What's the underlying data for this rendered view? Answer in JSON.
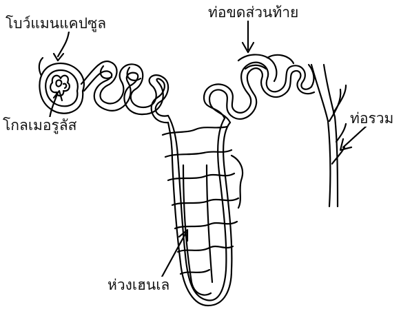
{
  "labels": {
    "bowman_capsule": "โบว์แมนแคปซูล",
    "glomerulus": "โกลเมอรูลัส",
    "distal_tubule": "ท่อขดส่วนท้าย",
    "collecting_duct": "ท่อรวม",
    "loop_of_henle": "ห่วงเฮนเล"
  },
  "colors": {
    "line": "#000000",
    "background": "#ffffff",
    "text": "#111111"
  }
}
